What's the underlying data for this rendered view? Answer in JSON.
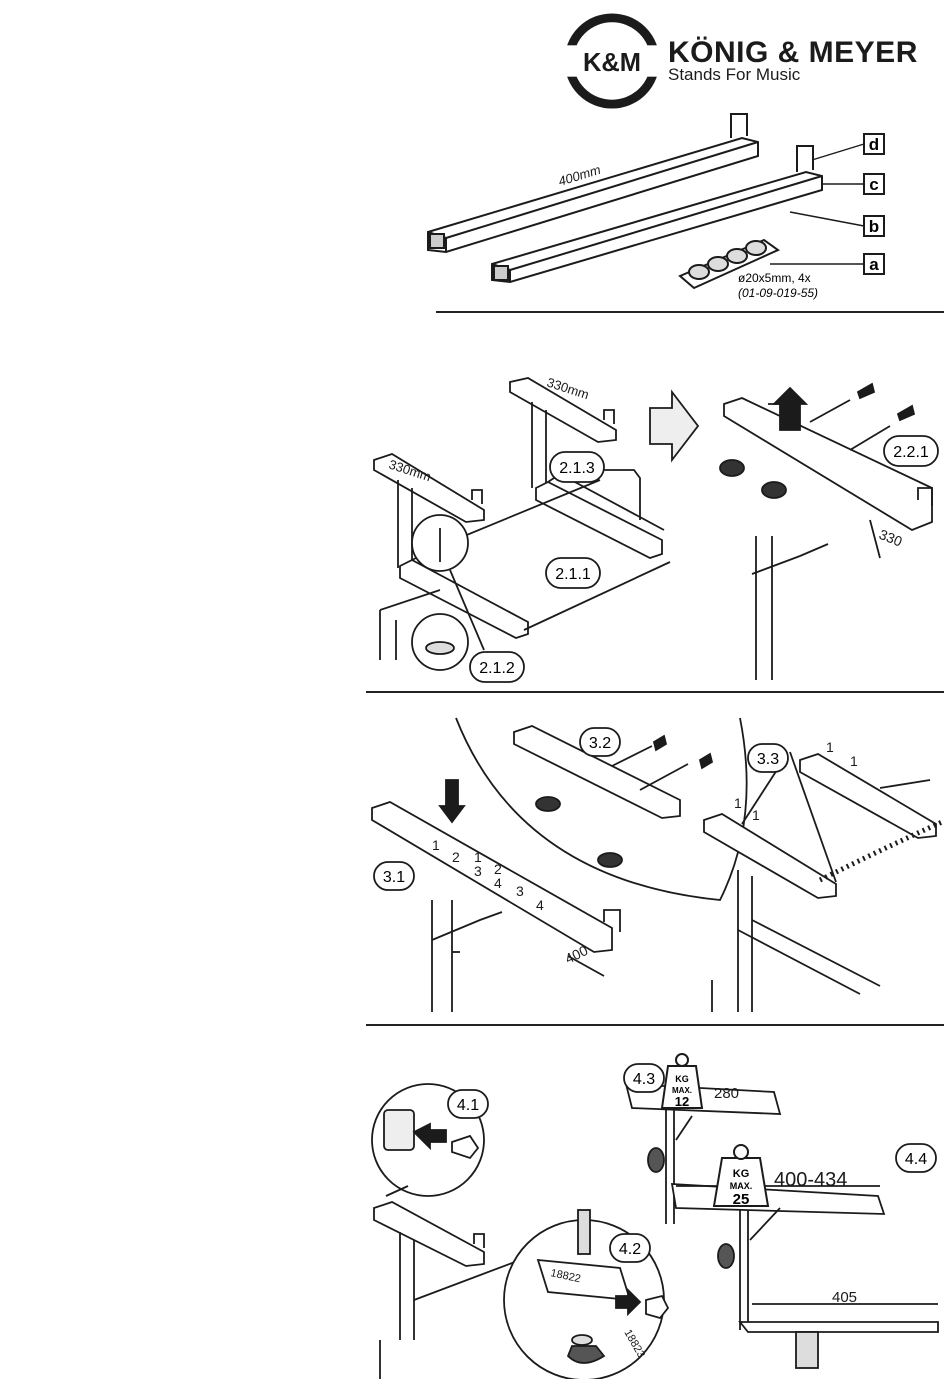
{
  "brand": {
    "logo_text": "K&M",
    "name": "KÖNIG & MEYER",
    "tagline": "Stands For Music"
  },
  "parts": {
    "length_label": "400mm",
    "a": "a",
    "b": "b",
    "c": "c",
    "d": "d",
    "screw_spec": "ø20x5mm, 4x",
    "part_number": "(01-09-019-55)"
  },
  "step2": {
    "s211": "2.1.1",
    "s212": "2.1.2",
    "s213": "2.1.3",
    "s221": "2.2.1",
    "bar_length_top": "330mm",
    "bar_length_left": "330mm",
    "bar_length_right": "330"
  },
  "step3": {
    "s31": "3.1",
    "s32": "3.2",
    "s33": "3.3",
    "bar_length": "400",
    "hole_labels": [
      "1",
      "2",
      "1",
      "3",
      "2",
      "4",
      "3",
      "4"
    ],
    "right_marks": [
      "1",
      "1",
      "1",
      "1"
    ]
  },
  "step4": {
    "s41": "4.1",
    "s42": "4.2",
    "s43": "4.3",
    "s44": "4.4",
    "weight_small": {
      "kg": "KG",
      "max": "MAX.",
      "value": "12"
    },
    "weight_large": {
      "kg": "KG",
      "max": "MAX.",
      "value": "25"
    },
    "dim_280": "280",
    "dim_range": "400-434",
    "dim_405": "405",
    "code_a": "18822",
    "code_b": "18823"
  }
}
